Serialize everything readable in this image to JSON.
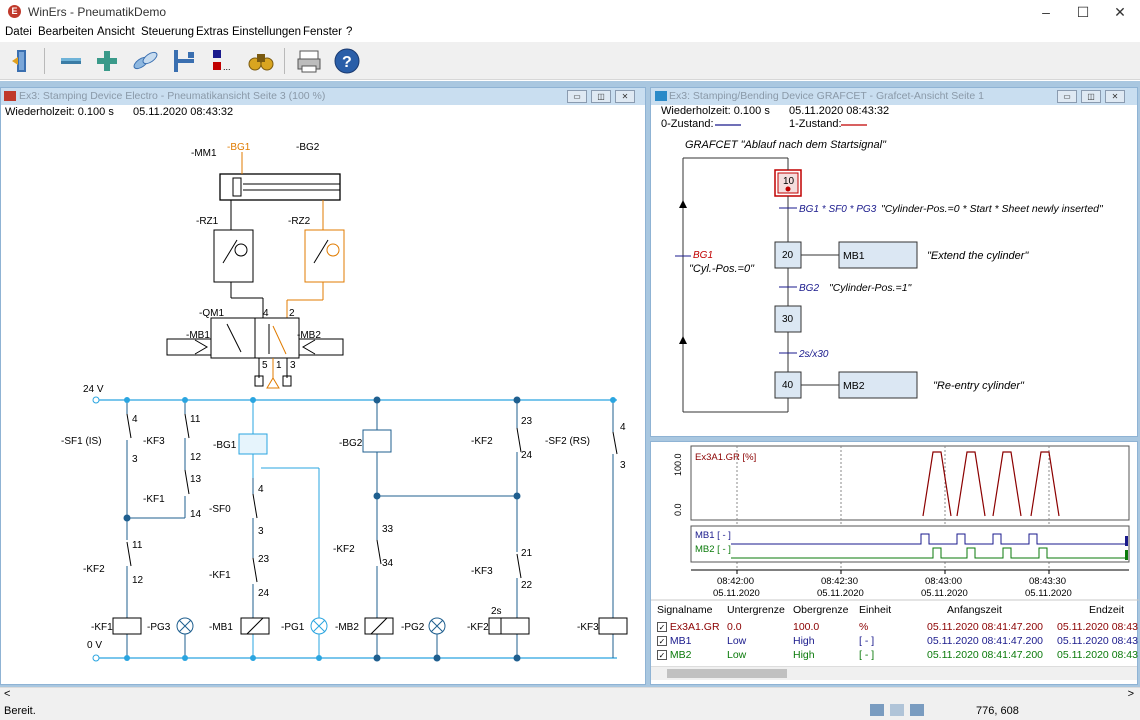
{
  "app": {
    "title": "WinErs - PneumatikDemo",
    "logo_letter": "E"
  },
  "window_controls": {
    "minimize": "–",
    "maximize": "☐",
    "close": "✕"
  },
  "menu": [
    "Datei",
    "Bearbeiten",
    "Ansicht",
    "Steuerung",
    "Extras",
    "Einstellungen",
    "Fenster",
    "?"
  ],
  "toolbar_icons": [
    "exit-icon",
    "minus-icon",
    "plus-icon",
    "pills-icon",
    "branch-icon",
    "list-icon",
    "binoculars-icon",
    "printer-icon",
    "help-icon"
  ],
  "left_window": {
    "title": "Ex3: Stamping Device Electro - Pneumatikansicht Seite 3 (100 %)",
    "repeat_time": "Wiederholzeit: 0.100 s",
    "timestamp": "05.11.2020 08:43:32",
    "labels": {
      "mm1": "-MM1",
      "bg1_top": "-BG1",
      "bg2_top": "-BG2",
      "rz1": "-RZ1",
      "rz2": "-RZ2",
      "qm1": "-QM1",
      "mb1_valve": "-MB1",
      "mb2_valve": "-MB2",
      "port4": "4",
      "port2": "2",
      "port5": "5",
      "port1": "1",
      "port3": "3",
      "v24": "24 V",
      "v0": "0 V",
      "sf1": "-SF1 (IS)",
      "kf3_a": "-KF3",
      "kf1_a": "-KF1",
      "kf2_a": "-KF2",
      "bg1_s": "-BG1",
      "sf0": "-SF0",
      "kf1_b": "-KF1",
      "bg2_s": "-BG2",
      "kf2_b": "-KF2",
      "kf2_c": "-KF2",
      "kf3_b": "-KF3",
      "sf2": "-SF2 (RS)",
      "kf1_coil": "-KF1",
      "pg3": "-PG3",
      "mb1_coil": "-MB1",
      "pg1": "-PG1",
      "mb2_coil": "-MB2",
      "pg2": "-PG2",
      "kf2_coil": "-KF2",
      "kf3_coil": "-KF3",
      "delay": "2s",
      "n4a": "4",
      "n3a": "3",
      "n11a": "11",
      "n12a": "12",
      "n13": "13",
      "n14": "14",
      "n11b": "11",
      "n12b": "12",
      "n4b": "4",
      "n3b": "3",
      "n23a": "23",
      "n24a": "24",
      "n33": "33",
      "n34": "34",
      "n23b": "23",
      "n24b": "24",
      "n21": "21",
      "n22": "22",
      "n4c": "4",
      "n3c": "3"
    }
  },
  "grafcet_window": {
    "title": "Ex3: Stamping/Bending Device GRAFCET - Grafcet-Ansicht Seite 1",
    "repeat_time": "Wiederholzeit: 0.100 s",
    "timestamp": "05.11.2020 08:43:32",
    "state0": "0-Zustand:",
    "state1": "1-Zustand:",
    "heading": "GRAFCET \"Ablauf nach dem Startsignal\"",
    "steps": [
      "10",
      "20",
      "30",
      "40"
    ],
    "t1_cond": "BG1 * SF0 * PG3",
    "t1_text": "\"Cylinder-Pos.=0 * Start * Sheet newly inserted\"",
    "t2_cond": "BG2",
    "t2_text": "\"Cylinder-Pos.=1\"",
    "t3_cond": "2s/x30",
    "action20": "MB1",
    "action20_text": "\"Extend the cylinder\"",
    "action40": "MB2",
    "action40_text": "\"Re-entry cylinder\"",
    "return_cond": "BG1",
    "return_text": "\"Cyl.-Pos.=0\""
  },
  "timing_window": {
    "signal1": "Ex3A1.GR [%]",
    "y_top": "100.0",
    "y_bottom": "0.0",
    "signal2": "MB1 [ - ]",
    "signal3": "MB2 [ - ]",
    "time_ticks": [
      {
        "time": "08:42:00",
        "date": "05.11.2020"
      },
      {
        "time": "08:42:30",
        "date": "05.11.2020"
      },
      {
        "time": "08:43:00",
        "date": "05.11.2020"
      },
      {
        "time": "08:43:30",
        "date": "05.11.2020"
      }
    ],
    "table_headers": [
      "Signalname",
      "Untergrenze",
      "Obergrenze",
      "Einheit",
      "Anfangszeit",
      "Endzeit"
    ],
    "rows": [
      {
        "name": "Ex3A1.GR",
        "low": "0.0",
        "high": "100.0",
        "unit": "%",
        "start": "05.11.2020 08:41:47.200",
        "end": "05.11.2020 08:43",
        "color": "#8b0000"
      },
      {
        "name": "MB1",
        "low": "Low",
        "high": "High",
        "unit": "[ - ]",
        "start": "05.11.2020 08:41:47.200",
        "end": "05.11.2020 08:43",
        "color": "#1a1a8c"
      },
      {
        "name": "MB2",
        "low": "Low",
        "high": "High",
        "unit": "[ - ]",
        "start": "05.11.2020 08:41:47.200",
        "end": "05.11.2020 08:43",
        "color": "#0a7a0a"
      }
    ]
  },
  "status": {
    "text": "Bereit.",
    "coords": "776, 608"
  },
  "colors": {
    "workspace": "#a9c7e0",
    "circuit_blue": "#1f5f8f",
    "sensor_cyan": "#2aa5e0",
    "pneumatic_orange": "#e07b00",
    "grafcet_blue": "#1a1a8c",
    "red": "#c00000"
  }
}
